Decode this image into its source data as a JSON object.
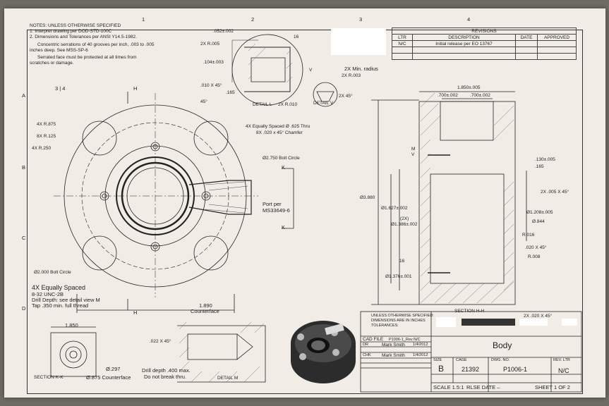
{
  "zones": {
    "cols": [
      "1",
      "2",
      "3",
      "4"
    ],
    "rows": [
      "A",
      "B",
      "C",
      "D"
    ]
  },
  "notes": {
    "header": "NOTES: UNLESS OTHERWISE SPECIFIED",
    "n1": "1.   Interpret drawing per DOD-STD-100C",
    "n2": "2.   Dimensions and Tolerances per ANSI Y14.5-1982.",
    "n3a": "Concentric serrations of 40 grooves per inch, .003 to .005",
    "n3b": "inches deep. See MSS-SP-6",
    "n4a": "Serrated face must be protected at all times from",
    "n4b": "scratches or damage."
  },
  "revisions": {
    "title": "REVISIONS",
    "headers": [
      "LTR",
      "DESCRIPTION",
      "DATE",
      "APPROVED"
    ],
    "rows": [
      [
        "N/C",
        "Initial release per EO 13767",
        "",
        ""
      ]
    ]
  },
  "main_view": {
    "label_h": "H",
    "label_k": "K",
    "angle": "45°",
    "d1": "4X R.875",
    "d2": "8X R.125",
    "d3": "4X R.250",
    "eq1": "4X Equally Spaced  Ø .625 Thru",
    "eq2": "8X .020 x 45° Chamfer",
    "bolt_circle": "Ø2.750 Bolt Circle",
    "port1": "Port per",
    "port2": "MS33649-6",
    "bolt2": "Ø2.000 Bolt Circle",
    "tap1": "4X  Equally Spaced",
    "tap2": "8-32 UNC-2B",
    "tap3": "Drill Depth: see detail view M",
    "tap4": "Tap .350 min. full thread",
    "cb1": "1.890",
    "cb2": "Counterface"
  },
  "detail_l": {
    "d1": ".052±.002",
    "d2": "2X R.005",
    "d3": ".104±.003",
    "d4": ".010 X 45°",
    "d5": ".165",
    "d6": "2X R.010",
    "roughness": "16",
    "title": "DETAIL L",
    "v": "V"
  },
  "detail_v": {
    "d1": "2X  Min. radius",
    "d2": "2X R.003",
    "d3": "2X 45°",
    "title": "DETAIL V"
  },
  "section_h": {
    "d1": "1.850±.005",
    "d2": ".700±.002",
    "d3": ".700±.002",
    "d4": ".130±.005",
    "d5": ".165",
    "d6": "2X .005 X 45°",
    "d7": "Ø3.880",
    "d8": "Ø1.627±.002",
    "d9": "(2X)",
    "d10": "Ø1.386±.002",
    "d11": "Ø1.208±.005",
    "d12": "Ø.844",
    "d13": "R.016",
    "d14": ".020 X 45°",
    "d15": "R.008",
    "d16": "Ø1.376±.001",
    "d17": "2X .020 X 45°",
    "m": "M",
    "v": "V",
    "roughness": "16",
    "title": "SECTION H-H"
  },
  "section_k": {
    "d1": "1.850",
    "d2": "Ø.297",
    "d3": "Ø.875 Counterface",
    "title": "SECTION K-K"
  },
  "detail_m": {
    "d1": ".022 X 45°",
    "d2": "Drill depth .400 max.",
    "d3": "Do not break thru.",
    "title": "DETAIL M"
  },
  "title_block": {
    "spec1": "UNLESS OTHERWISE SPECIFIED:",
    "spec2": "DIMENSIONS ARE IN INCHES",
    "spec3": "TOLERANCES:",
    "cad_label": "CAD FILE",
    "cad_value": "P1006-1_Rev N/C",
    "dr": "DR",
    "chk": "CHK",
    "name1": "Mark Smith",
    "date1": "1/4/2012",
    "name2": "Mark Smith",
    "date2": "1/4/2012",
    "title": "Body",
    "size_label": "SIZE",
    "size": "B",
    "cage_label": "CAGE",
    "cage": "21392",
    "dwg_label": "DWG. NO.",
    "dwg": "P1006-1",
    "rev_label": "REV. LTR",
    "rev": "N/C",
    "scale": "SCALE  1.5:1",
    "rlse": "RLSE  DATE  –",
    "sheet": "SHEET  1  OF  2"
  }
}
